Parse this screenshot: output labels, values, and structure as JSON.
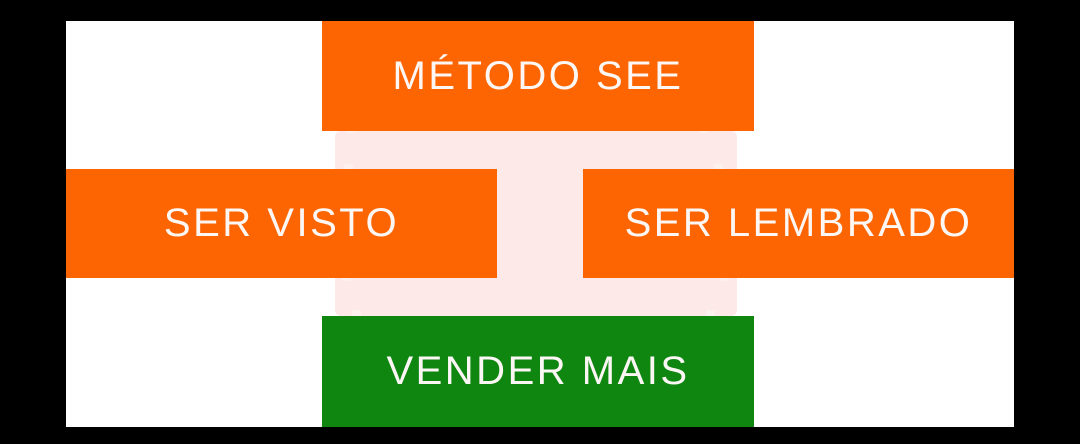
{
  "colors": {
    "background": "#000000",
    "card": "#ffffff",
    "orange": "#fd6502",
    "green": "#0e8610",
    "pink": "#fde9e8",
    "dash": "#fdf1ef",
    "text": "#fcf7f5"
  },
  "diagram": {
    "title_box": {
      "label": "MÉTODO SEE"
    },
    "left_box": {
      "label": "SER VISTO"
    },
    "right_box": {
      "label": "SER LEMBRADO"
    },
    "bottom_box": {
      "label": "VENDER MAIS"
    }
  }
}
